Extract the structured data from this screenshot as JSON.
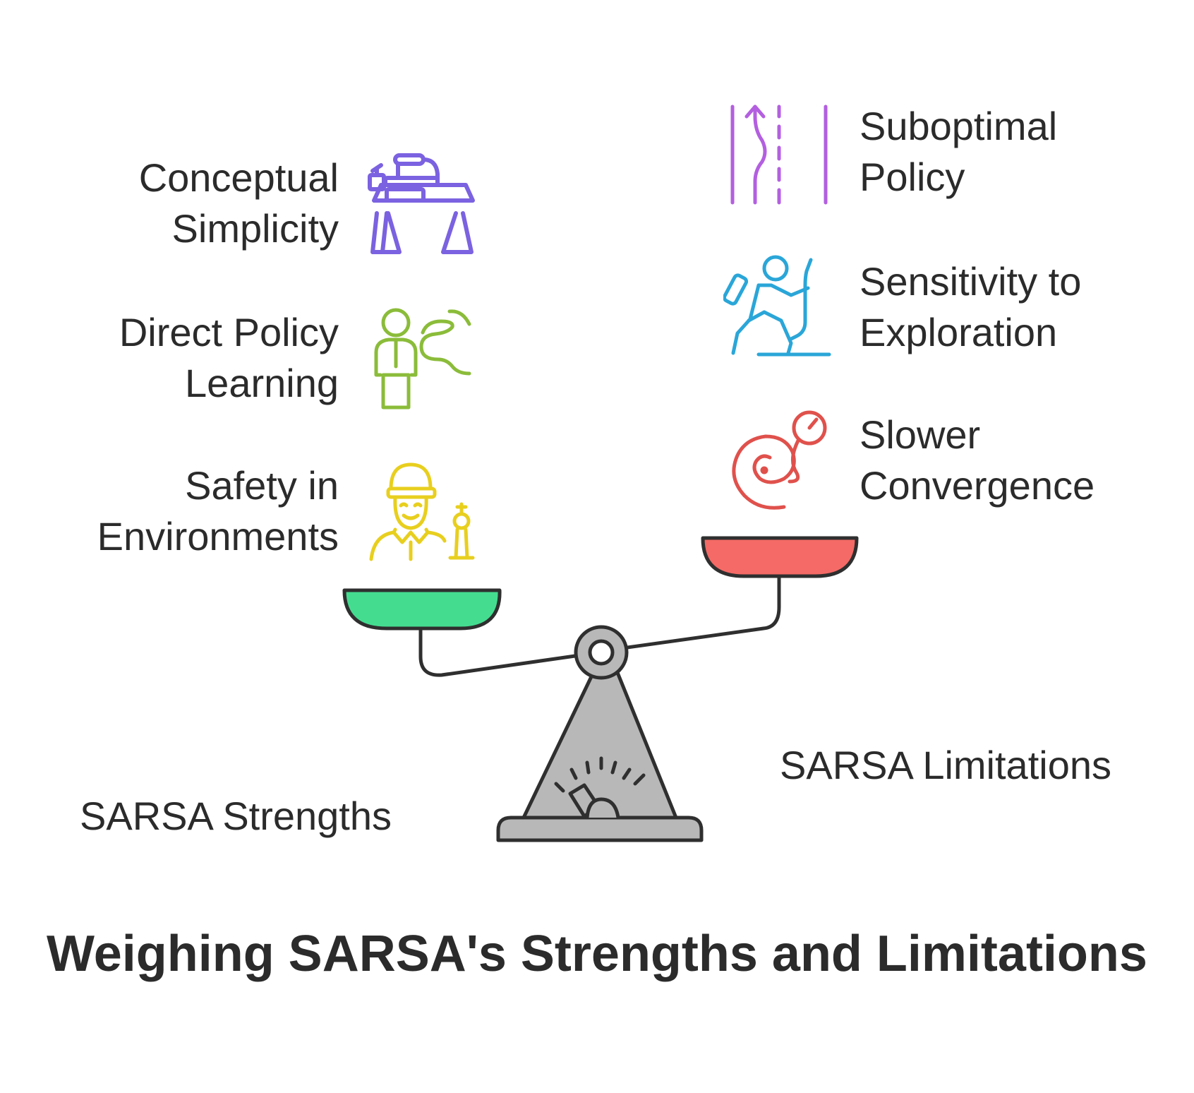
{
  "title": "Weighing SARSA's Strengths and Limitations",
  "strengths": {
    "heading": "SARSA Strengths",
    "pan_color": "#44dd90",
    "items": [
      {
        "line1": "Conceptual",
        "line2": "Simplicity",
        "icon": "desk-icon",
        "color": "#7b62e0"
      },
      {
        "line1": "Direct Policy",
        "line2": "Learning",
        "icon": "person-path-icon",
        "color": "#8bbc3a"
      },
      {
        "line1": "Safety in",
        "line2": "Environments",
        "icon": "safety-worker-icon",
        "color": "#e8cf1e"
      }
    ]
  },
  "limitations": {
    "heading": "SARSA Limitations",
    "pan_color": "#f56a66",
    "items": [
      {
        "line1": "Suboptimal",
        "line2": "Policy",
        "icon": "road-lanes-icon",
        "color": "#b35fe0"
      },
      {
        "line1": "Sensitivity to",
        "line2": "Exploration",
        "icon": "climber-icon",
        "color": "#2aa6d8"
      },
      {
        "line1": "Slower",
        "line2": "Convergence",
        "icon": "spiral-gauge-icon",
        "color": "#e0514c"
      }
    ]
  },
  "scale": {
    "icon": "balance-scale-icon",
    "body_color": "#b8b8b8"
  }
}
